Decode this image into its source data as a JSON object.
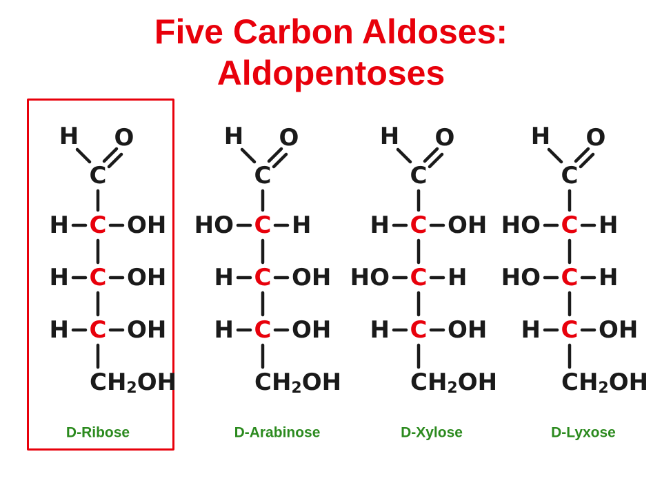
{
  "title": {
    "line1": "Five Carbon Aldoses:",
    "line2": "Aldopentoses"
  },
  "colors": {
    "title": "#e8000b",
    "highlight_box": "#e8000b",
    "carbon_chiral": "#e8000b",
    "atom_text": "#1a1a1a",
    "bond": "#1a1a1a",
    "label": "#2b8a1e"
  },
  "atoms": {
    "hydrogen": "H",
    "oxygen": "O",
    "carbon": "C",
    "hydroxyl": "OH",
    "hydroxyl_left": "HO",
    "terminal_group": "CH",
    "terminal_sub": "2",
    "terminal_suffix": "OH"
  },
  "molecules": [
    {
      "name": "D-Ribose",
      "highlighted": true,
      "chiral_oh_sides": [
        "right",
        "right",
        "right"
      ]
    },
    {
      "name": "D-Arabinose",
      "highlighted": false,
      "chiral_oh_sides": [
        "left",
        "right",
        "right"
      ]
    },
    {
      "name": "D-Xylose",
      "highlighted": false,
      "chiral_oh_sides": [
        "right",
        "left",
        "right"
      ]
    },
    {
      "name": "D-Lyxose",
      "highlighted": false,
      "chiral_oh_sides": [
        "left",
        "left",
        "right"
      ]
    }
  ]
}
